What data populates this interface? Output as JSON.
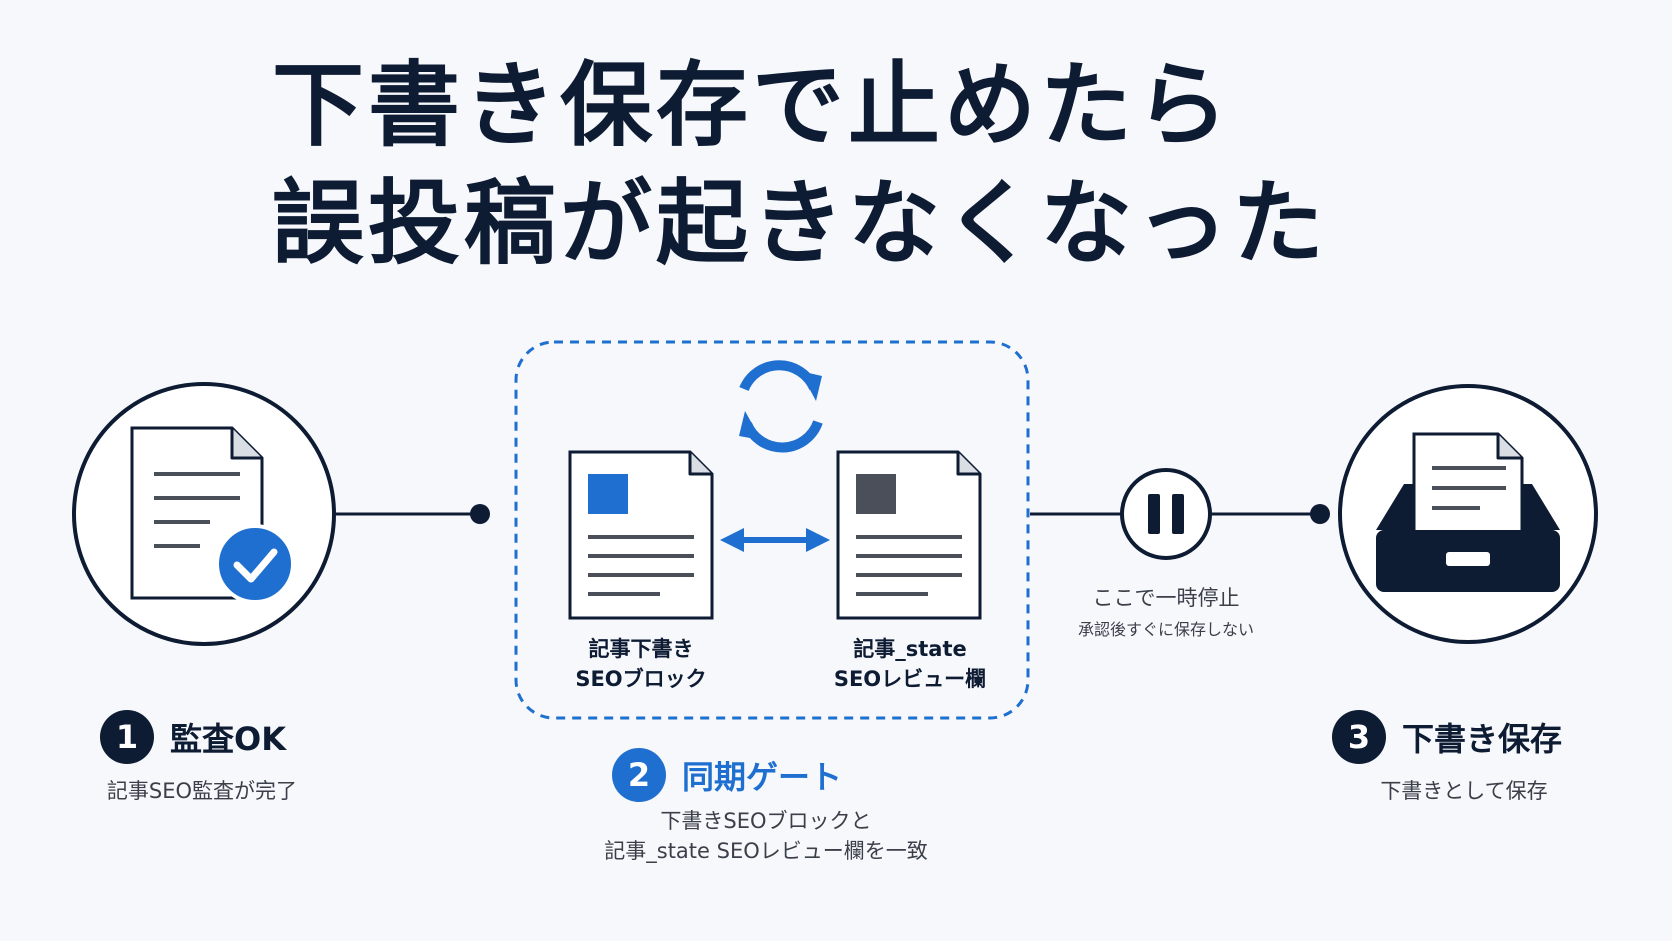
{
  "title": {
    "line1": "下書き保存で止めたら",
    "line2": "誤投稿が起きなくなった"
  },
  "icons": {
    "step1": "document-check-icon",
    "gate_sync": "sync-icon",
    "gate_arrow": "double-arrow-icon",
    "pause": "pause-icon",
    "step3": "inbox-tray-icon"
  },
  "colors": {
    "navy": "#0d1b33",
    "blue": "#1f6fd0",
    "gray": "#4a4f5a"
  },
  "gate": {
    "doc_left": {
      "line1": "記事下書き",
      "line2": "SEOブロック"
    },
    "doc_right": {
      "line1": "記事_state",
      "line2": "SEOレビュー欄"
    }
  },
  "pause": {
    "label": "ここで一時停止",
    "sub": "承認後すぐに保存しない"
  },
  "steps": [
    {
      "num": "1",
      "title": "監査OK",
      "desc": "記事SEO監査が完了"
    },
    {
      "num": "2",
      "title": "同期ゲート",
      "desc_line1": "下書きSEOブロックと",
      "desc_line2": "記事_state SEOレビュー欄を一致"
    },
    {
      "num": "3",
      "title": "下書き保存",
      "desc": "下書きとして保存"
    }
  ]
}
